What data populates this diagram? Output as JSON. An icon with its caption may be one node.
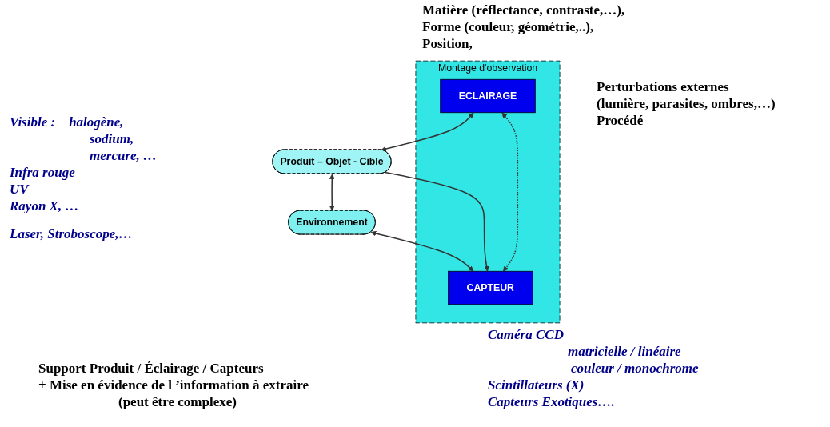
{
  "diagram": {
    "nodes": [
      {
        "text": [
          "Produit – Objet - Cible"
        ],
        "beside": [
          "Matière (réflectance, contraste,…),",
          "Forme (couleur, géométrie,..),",
          "Position,"
        ]
      },
      {
        "text": [
          "Montage d'observation"
        ],
        "beside": [
          "Support Produit / Éclairage / Capteurs",
          "+ Mise en évidence de l ’information à extraire",
          "(peut être complexe)"
        ]
      },
      {
        "text": [
          "ECLAIRAGE"
        ],
        "in": 1,
        "beside": [
          "Visible :    halogène,",
          "sodium,",
          "mercure, …",
          "Infra rouge",
          "UV",
          "Rayon X, …",
          "Laser, Stroboscope,…"
        ]
      },
      {
        "text": [
          "CAPTEUR"
        ],
        "in": 1,
        "beside": [
          "Caméra CCD",
          "matricielle / linéaire",
          "couleur / monochrome",
          "Scintillateurs (X)",
          "Capteurs Exotiques…."
        ]
      },
      {
        "text": [
          "Environnement"
        ],
        "beside": [
          "Perturbations externes",
          "(lumière, parasites, ombres,…)",
          "Procédé"
        ]
      }
    ],
    "edges": [
      {
        "from": 2,
        "to": 0,
        "arrow": "both"
      },
      {
        "from": 0,
        "to": 4,
        "arrow": "both"
      },
      {
        "from": 0,
        "to": 3,
        "arrow": "to"
      },
      {
        "from": 4,
        "to": 3,
        "arrow": "both"
      },
      {
        "from": 2,
        "to": 3,
        "arrow": "both",
        "style": "dashed"
      }
    ]
  }
}
